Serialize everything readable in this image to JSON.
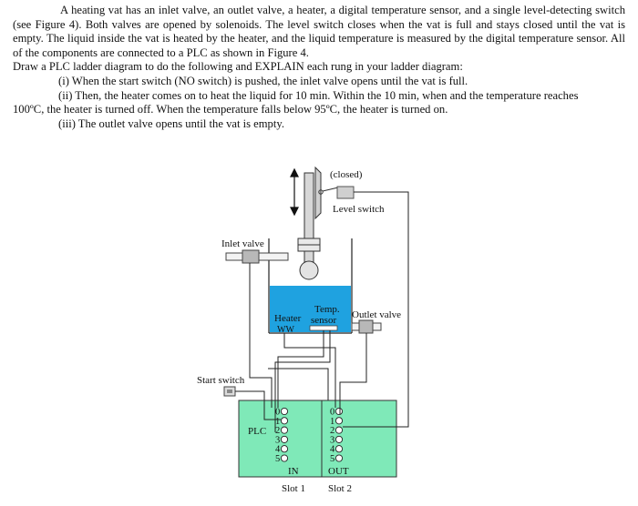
{
  "problem": {
    "intro": "A heating vat has an inlet valve, an outlet valve, a heater, a digital temperature sensor, and a single level-detecting switch (see Figure 4). Both valves are opened by solenoids. The level switch closes when the vat is full and stays closed until the vat is empty. The liquid inside the vat is heated by the heater, and the liquid temperature is measured by the digital temperature sensor. All of the components are connected to a PLC as shown in Figure 4.",
    "task": "Draw a PLC ladder diagram to do the following and EXPLAIN each rung in your ladder diagram:",
    "item_1": "(i) When the start switch (NO switch) is pushed, the inlet valve opens until the vat is full.",
    "item_2a": "(ii) Then, the heater comes on to heat the liquid for 10 min. Within the 10 min, when and the temperature reaches",
    "item_2b": "100ºC, the heater is turned off. When the temperature falls below 95ºC, the heater is turned on.",
    "item_3": "(iii) The outlet valve opens until the vat is empty."
  },
  "figure": {
    "closed_label": "(closed)",
    "level_switch_label": "Level switch",
    "inlet_valve_label": "Inlet valve",
    "heater_label": "Heater",
    "heater_symbol": "WW",
    "temp_sensor_line1": "Temp.",
    "temp_sensor_line2": "sensor",
    "outlet_valve_label": "Outlet valve",
    "start_switch_label": "Start switch",
    "plc_label": "PLC",
    "in_terminals": [
      "0",
      "1",
      "2",
      "3",
      "4",
      "5"
    ],
    "out_terminals": [
      "0",
      "1",
      "2",
      "3",
      "4",
      "5"
    ],
    "in_label": "IN",
    "out_label": "OUT",
    "slot1_label": "Slot 1",
    "slot2_label": "Slot 2",
    "colors": {
      "liquid": "#1fa2e0",
      "plc": "#7fe9b8",
      "valve": "#b8b8b8"
    }
  }
}
